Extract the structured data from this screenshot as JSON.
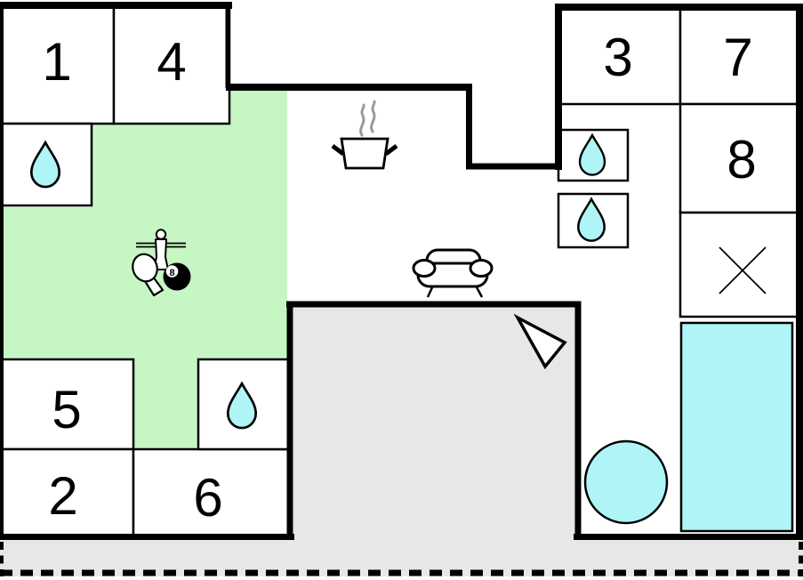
{
  "colors": {
    "background": "#ffffff",
    "wall": "#000000",
    "game_area_green": "#c6f6c4",
    "water_cyan": "#aff4f7",
    "terrace_gray": "#e7e7e7",
    "steam_gray": "#9a9a9a",
    "room_fill": "#ffffff"
  },
  "rooms": {
    "r1": {
      "label": "1"
    },
    "r2": {
      "label": "2"
    },
    "r3": {
      "label": "3"
    },
    "r4": {
      "label": "4"
    },
    "r5": {
      "label": "5"
    },
    "r6": {
      "label": "6"
    },
    "r7": {
      "label": "7"
    },
    "r8": {
      "label": "8"
    }
  },
  "icons": {
    "billiard_ball_number": "8",
    "water_drop": "water-drop",
    "kitchen": "cooking-pot-with-steam",
    "living_room": "sofa",
    "game_room": [
      "foosball-player",
      "table-tennis-paddle",
      "billiard-8-ball"
    ],
    "entrance": "entrance-arrow",
    "outdoor": [
      "hot-tub",
      "swimming-pool"
    ],
    "no_access": "x-mark"
  }
}
